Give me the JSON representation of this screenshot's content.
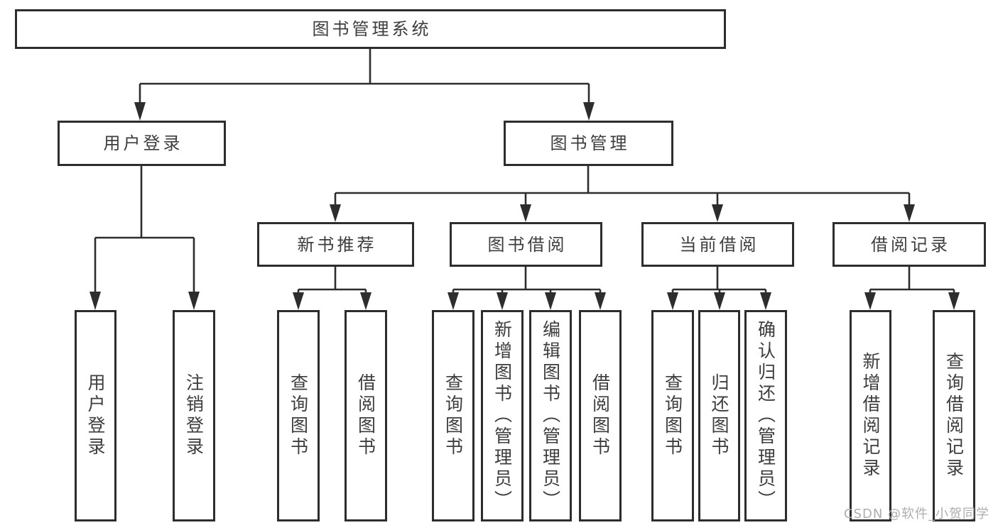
{
  "diagram": {
    "title": "图书管理系统",
    "level2": [
      {
        "label": "用户登录"
      },
      {
        "label": "图书管理"
      }
    ],
    "level3": [
      {
        "label": "新书推荐"
      },
      {
        "label": "图书借阅"
      },
      {
        "label": "当前借阅"
      },
      {
        "label": "借阅记录"
      }
    ],
    "leaves": [
      {
        "label": "用户登录"
      },
      {
        "label": "注销登录"
      },
      {
        "label": "查询图书"
      },
      {
        "label": "借阅图书"
      },
      {
        "label": "查询图书"
      },
      {
        "label": "新增图书（管理员）"
      },
      {
        "label": "编辑图书（管理员）"
      },
      {
        "label": "借阅图书"
      },
      {
        "label": "查询图书"
      },
      {
        "label": "归还图书"
      },
      {
        "label": "确认归还（管理员）"
      },
      {
        "label": "新增借阅记录"
      },
      {
        "label": "查询借阅记录"
      }
    ],
    "watermark": "CSDN @软件_小贺同学",
    "colors": {
      "line": "#2d2d2d",
      "text": "#3d3d3d",
      "watermark": "#aeaeae"
    }
  }
}
